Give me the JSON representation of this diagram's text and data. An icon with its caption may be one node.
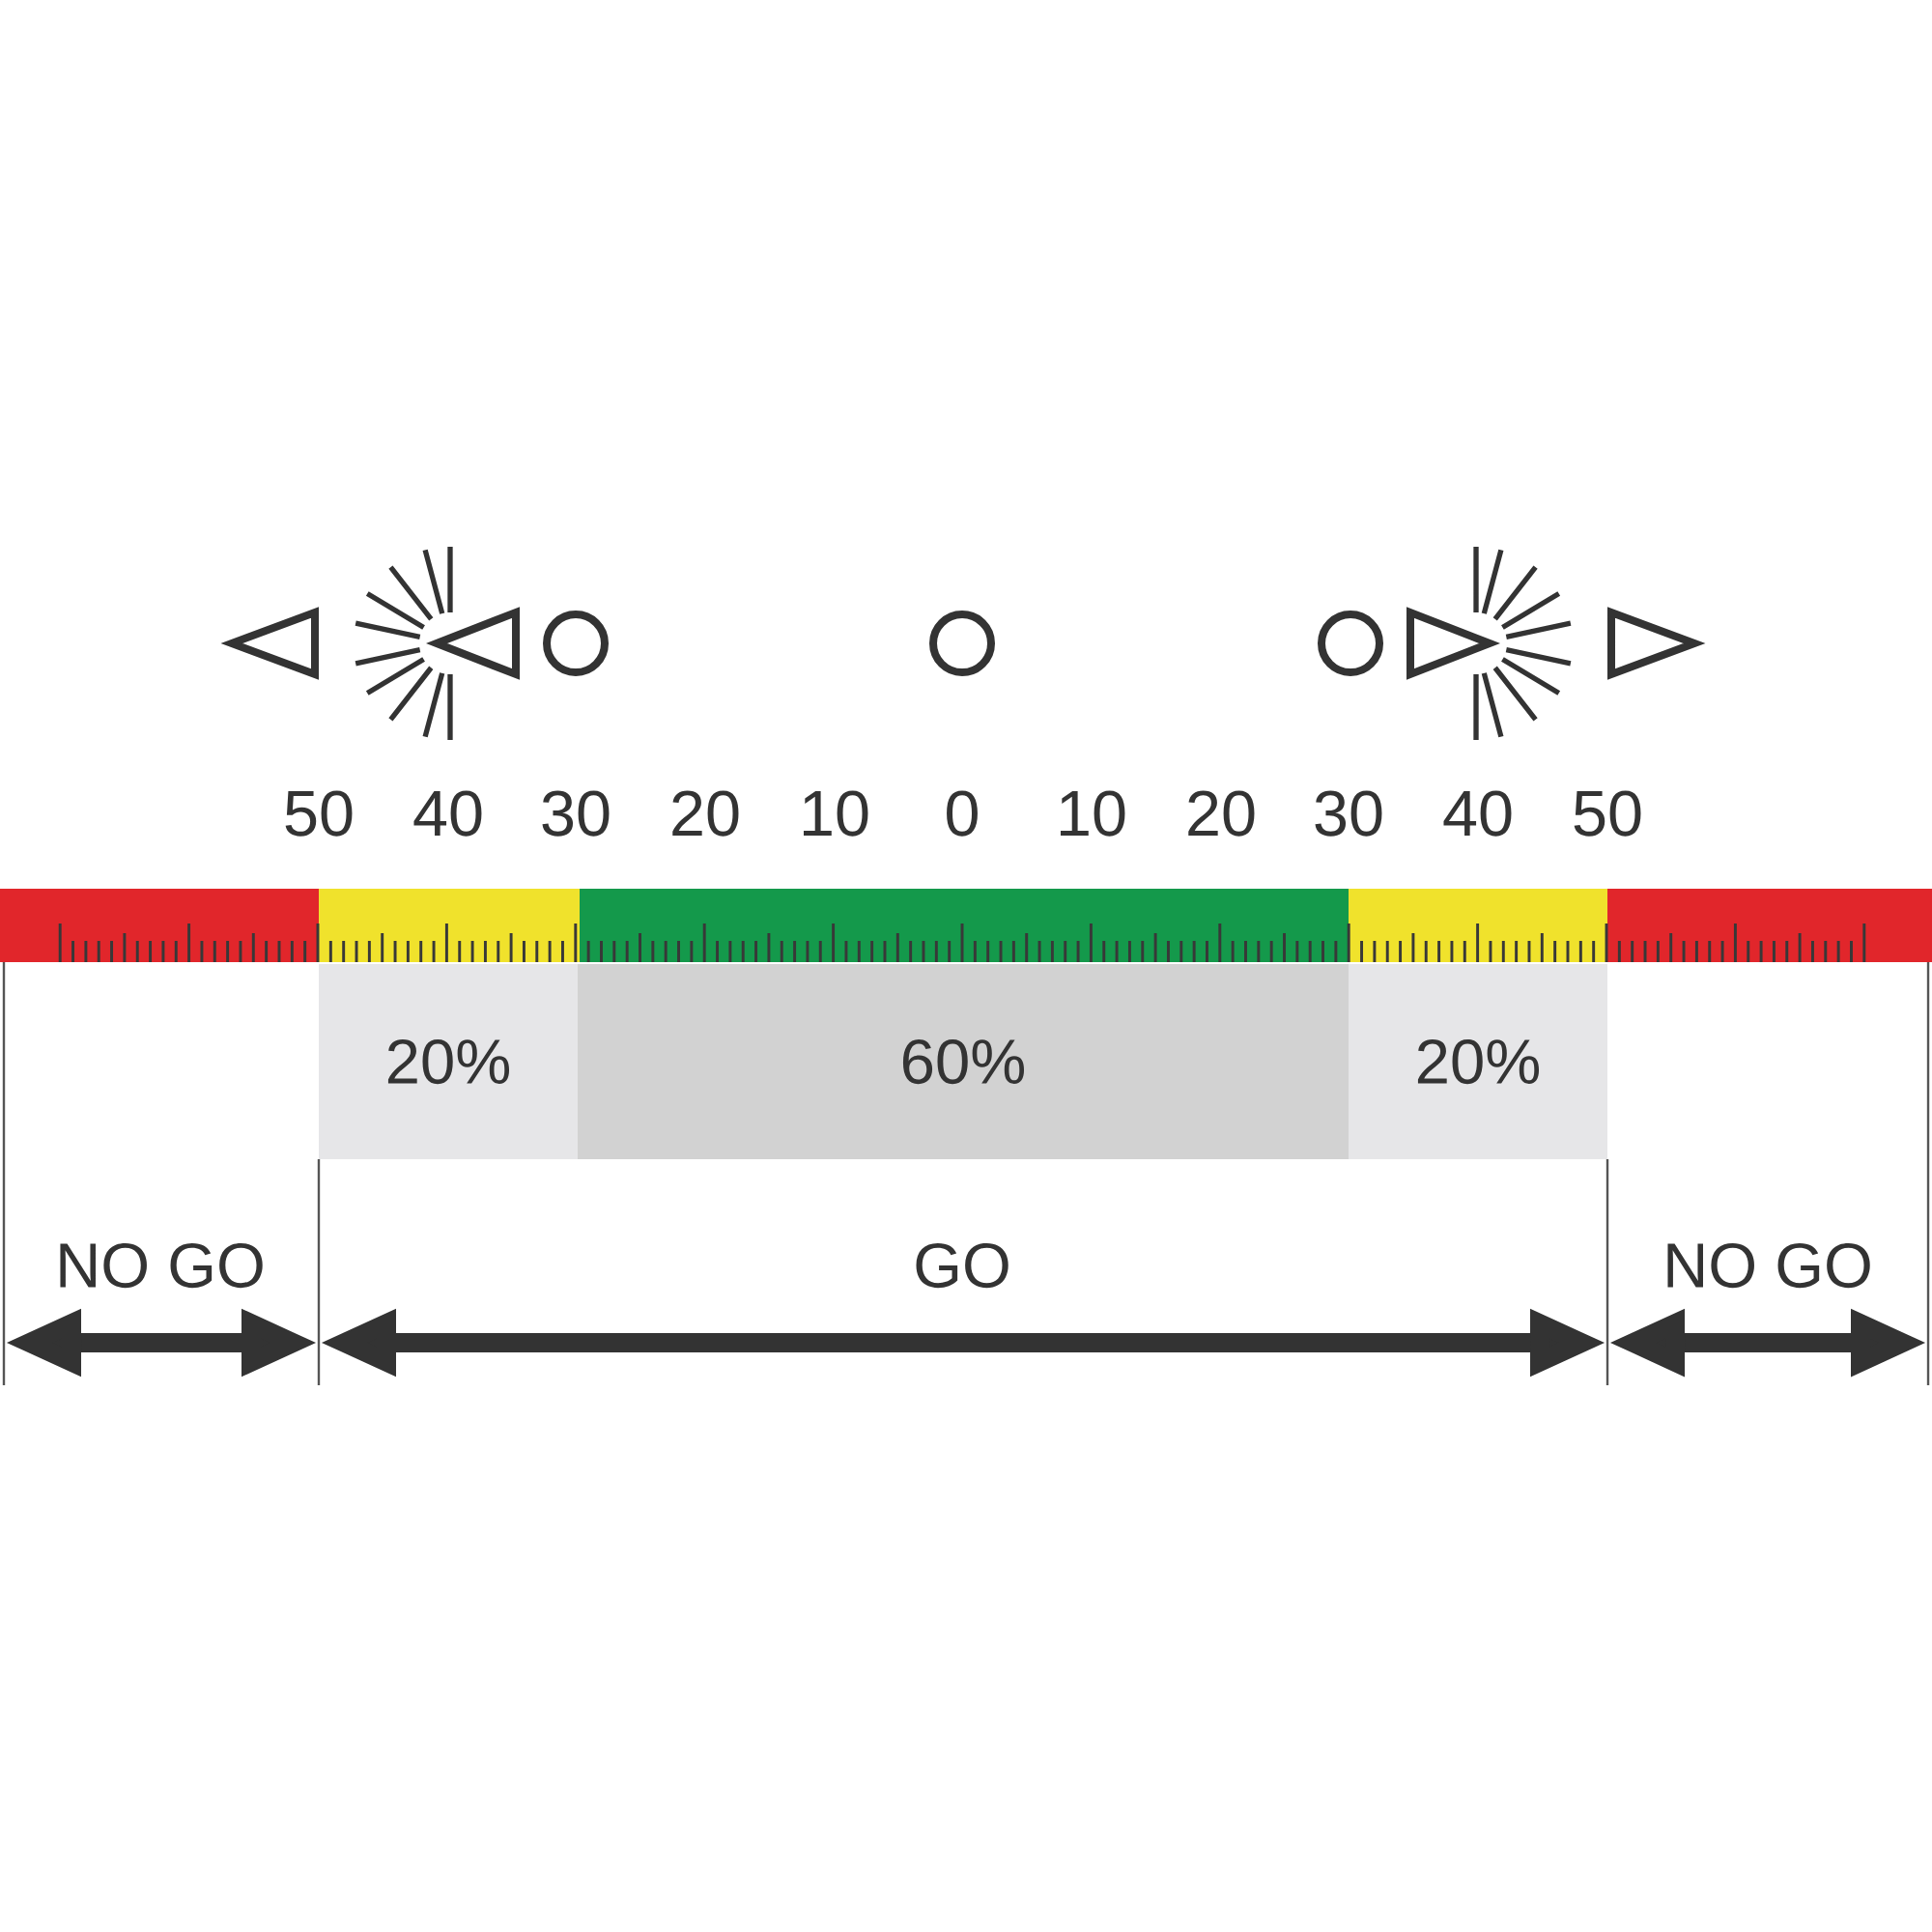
{
  "diagram": {
    "nodes": [
      {
        "text": [
          "20%"
        ]
      },
      {
        "text": [
          "60%"
        ]
      },
      {
        "text": [
          "20%"
        ]
      }
    ],
    "labels": [
      "50",
      "40",
      "30",
      "20",
      "10",
      "0",
      "10",
      "20",
      "30",
      "40",
      "50",
      "NO GO",
      "GO",
      "NO GO"
    ]
  }
}
